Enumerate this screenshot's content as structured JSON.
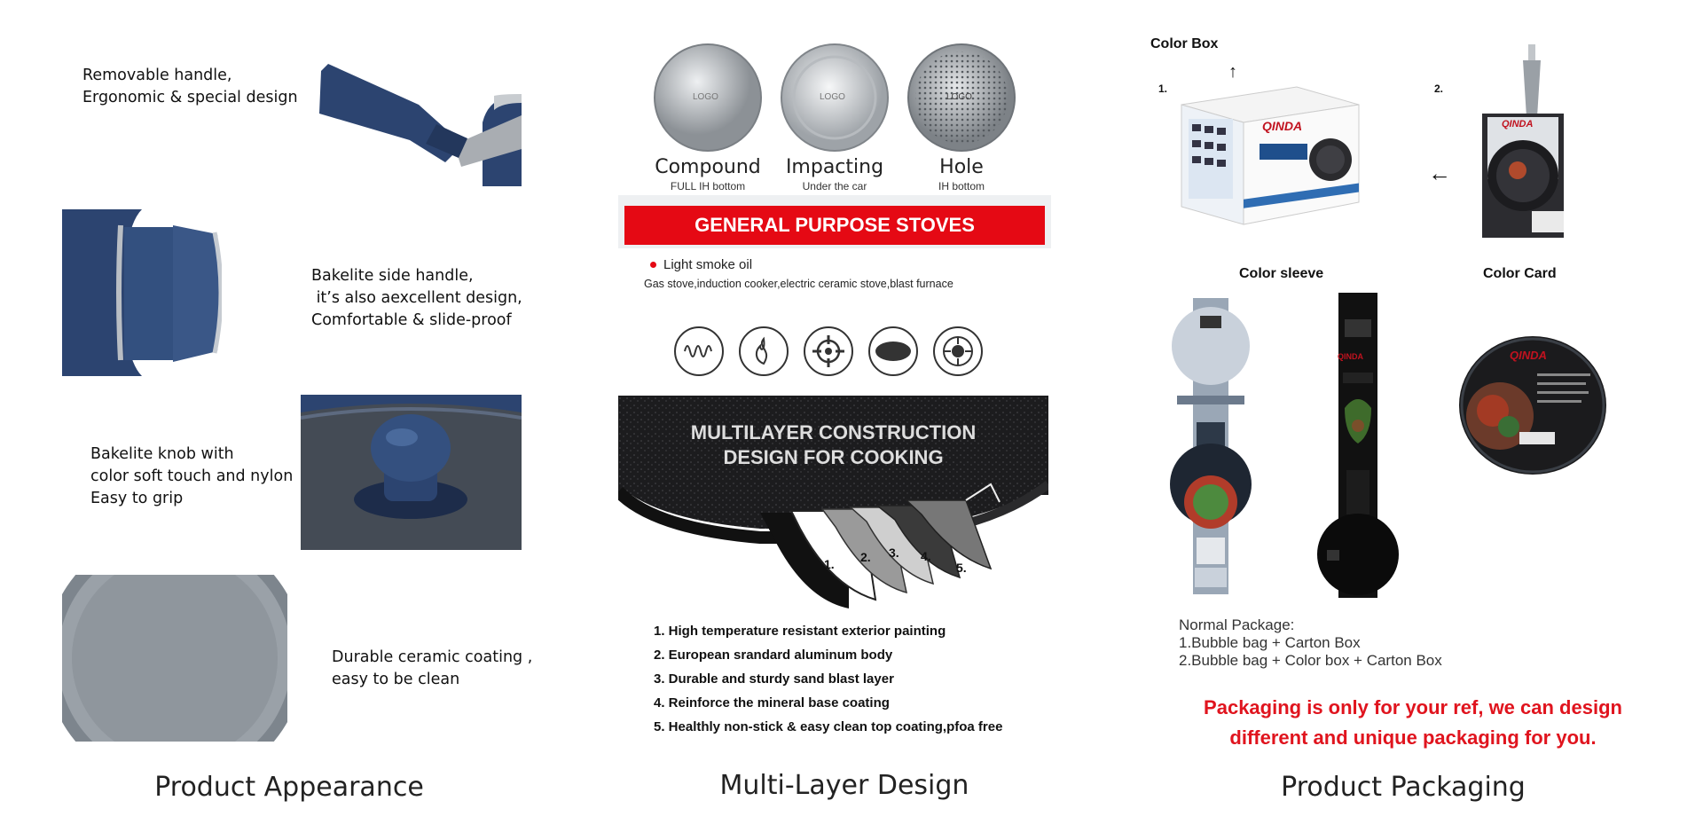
{
  "appearance": {
    "features": [
      "Removable handle,\nErgonomic & special design",
      "Bakelite side handle,\n it’s also aexcellent design,\nComfortable & slide-proof",
      "Bakelite knob with\ncolor soft touch and nylon\nEasy to grip",
      "Durable ceramic coating ,\neasy to be clean"
    ],
    "caption": "Product Appearance"
  },
  "multilayer": {
    "discs": [
      {
        "label": "Compound",
        "sub": "FULL IH bottom",
        "logo": "LOGO"
      },
      {
        "label": "Impacting",
        "sub": "Under the car",
        "logo": "LOGO"
      },
      {
        "label": "Hole",
        "sub": "IH bottom",
        "logo": "LOGO"
      }
    ],
    "banner": "GENERAL PURPOSE STOVES",
    "bullet": "Light smoke oil",
    "stoves_line": "Gas stove,induction cooker,electric ceramic stove,blast furnace",
    "construction_title_1": "MULTILAYER CONSTRUCTION",
    "construction_title_2": "DESIGN FOR COOKING",
    "layer_markers": [
      "1.",
      "2.",
      "3.",
      "4.",
      "5."
    ],
    "layers": [
      "1. High temperature resistant exterior painting",
      "2. European srandard aluminum body",
      "3. Durable and sturdy sand blast layer",
      "4. Reinforce the mineral base coating",
      "5. Healthly non-stick & easy clean top coating,pfoa free"
    ],
    "caption": "Multi-Layer Design"
  },
  "packaging": {
    "color_box": "Color Box",
    "num1": "1.",
    "num2": "2.",
    "color_sleeve": "Color sleeve",
    "color_card": "Color Card",
    "brand": "QINDA",
    "normal_title": "Normal Package:",
    "normal_1": "1.Bubble bag + Carton Box",
    "normal_2": "2.Bubble bag + Color box + Carton Box",
    "note_1": "Packaging is only for your ref, we can design",
    "note_2": "different and unique packaging for you.",
    "caption": "Product Packaging"
  },
  "colors": {
    "navy": "#2c4470",
    "banner_red": "#e50914",
    "note_red": "#e0141e",
    "grey_pan": "#8e959d"
  }
}
